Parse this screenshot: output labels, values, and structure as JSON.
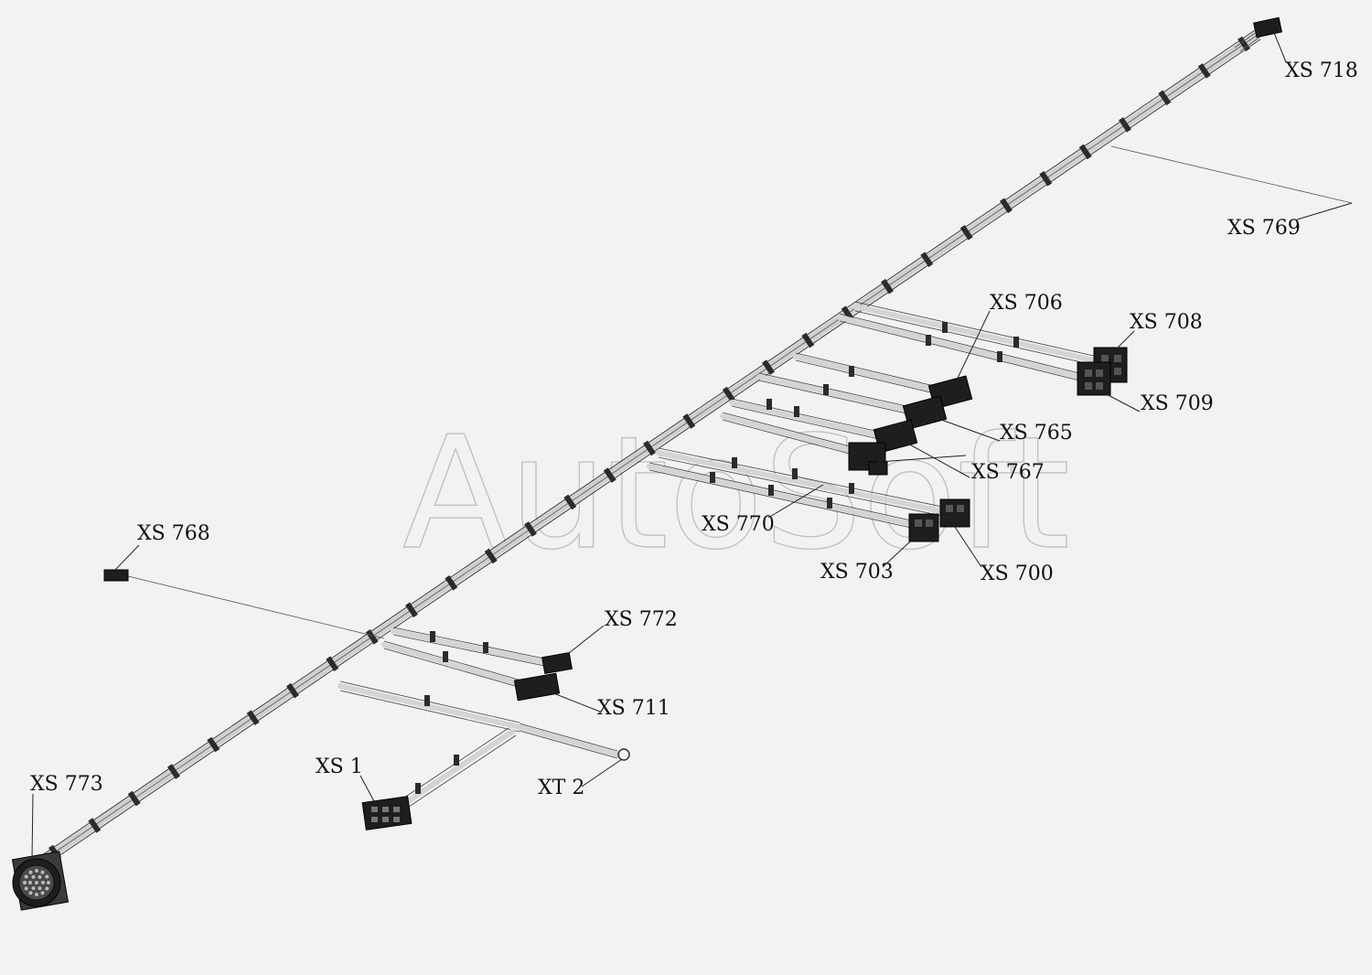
{
  "watermark": "AutoSoft",
  "labels": {
    "xs718": "XS 718",
    "xs769": "XS 769",
    "xs706": "XS 706",
    "xs708": "XS 708",
    "xs709": "XS 709",
    "xs765": "XS 765",
    "xs767": "XS 767",
    "xs770": "XS 770",
    "xs703": "XS 703",
    "xs700": "XS 700",
    "xs768": "XS 768",
    "xs772": "XS 772",
    "xs711": "XS 711",
    "xs1": "XS 1",
    "xt2": "XT 2",
    "xs773": "XS 773"
  },
  "colors": {
    "background": "#f2f2f2",
    "connector": "#1e1e1e",
    "harness": "#cfcfcf"
  }
}
